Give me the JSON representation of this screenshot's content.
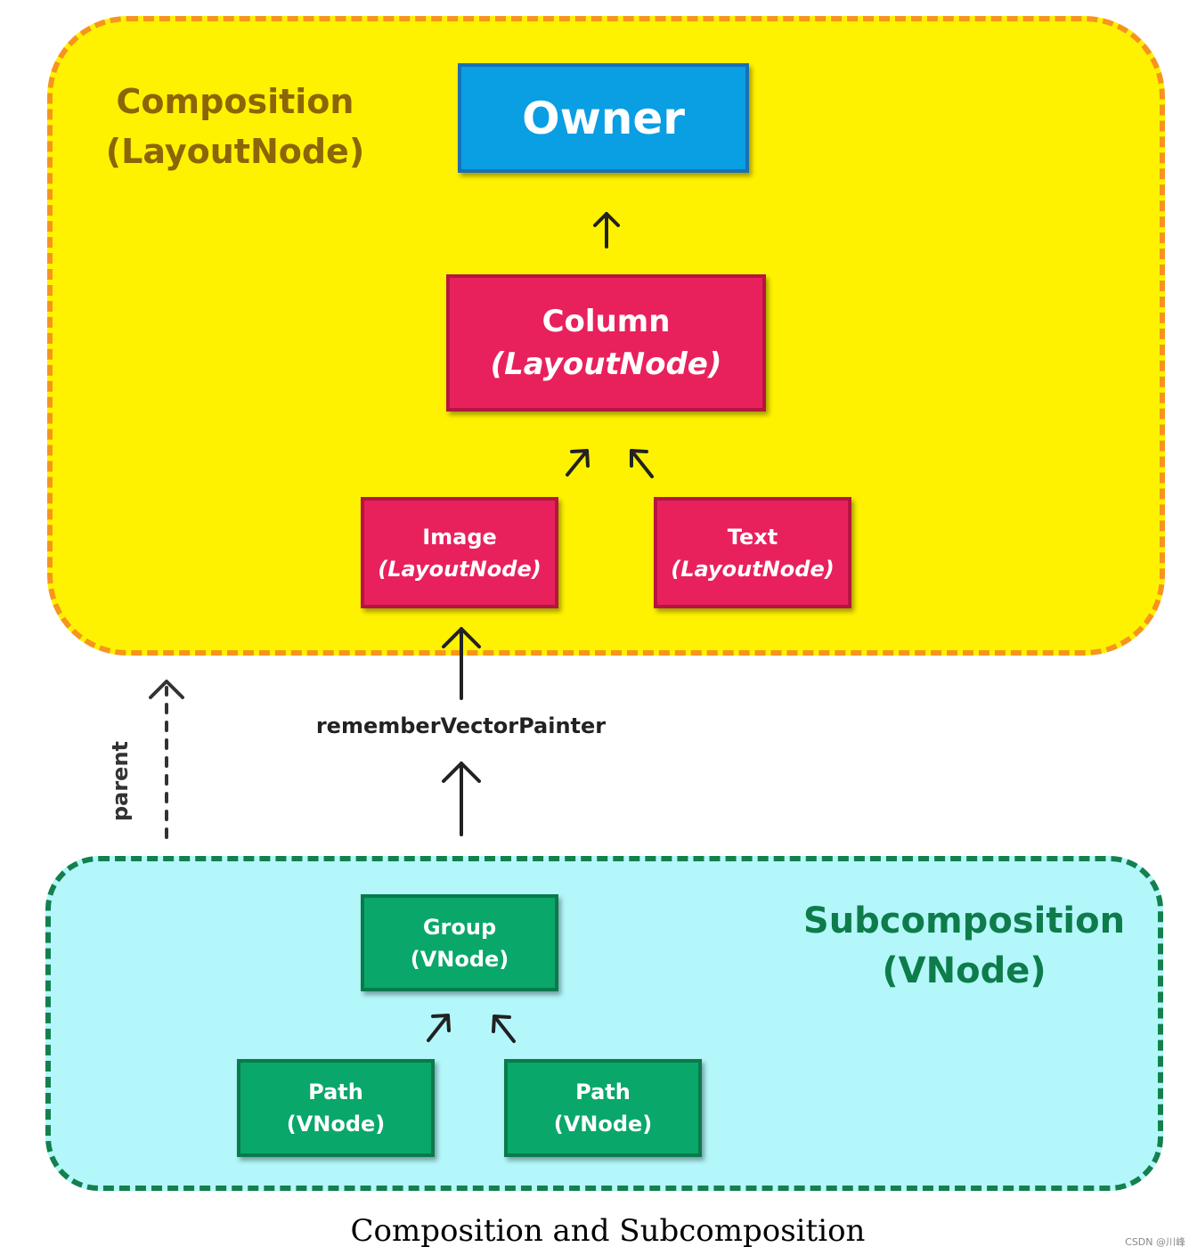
{
  "regions": {
    "composition": {
      "title": "Composition\n(LayoutNode)"
    },
    "subcomposition": {
      "title": "Subcomposition\n(VNode)"
    }
  },
  "nodes": {
    "owner": {
      "label": "Owner"
    },
    "column": {
      "label": "Column",
      "sub": "(LayoutNode)"
    },
    "image": {
      "label": "Image",
      "sub": "(LayoutNode)"
    },
    "text": {
      "label": "Text",
      "sub": "(LayoutNode)"
    },
    "group": {
      "label": "Group",
      "sub": "(VNode)"
    },
    "path_1": {
      "label": "Path",
      "sub": "(VNode)"
    },
    "path_2": {
      "label": "Path",
      "sub": "(VNode)"
    }
  },
  "edges": {
    "remember_vector_painter": "rememberVectorPainter",
    "parent": "parent"
  },
  "caption": "Composition and Subcomposition",
  "watermark": "CSDN @川峰",
  "colors": {
    "composition_fill": "#fff200",
    "composition_border": "#f7941d",
    "subcomposition_fill": "#b3f7fb",
    "subcomposition_border": "#13804e",
    "owner_fill": "#0a9ee3",
    "layoutnode_fill": "#e8215d",
    "vnode_fill": "#0aa76a"
  }
}
